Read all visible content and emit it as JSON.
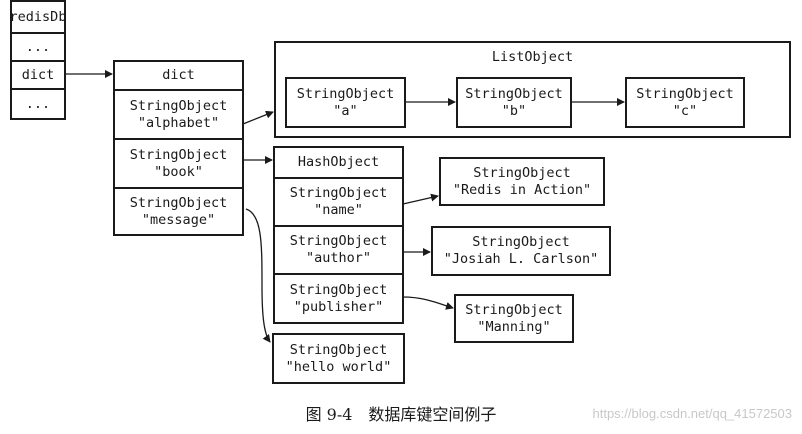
{
  "redisdb": {
    "title": "redisDb",
    "ellipsis_top": "...",
    "dict_field": "dict",
    "ellipsis_bottom": "..."
  },
  "dict": {
    "header": "dict",
    "entries": [
      {
        "type": "StringObject",
        "key": "\"alphabet\""
      },
      {
        "type": "StringObject",
        "key": "\"book\""
      },
      {
        "type": "StringObject",
        "key": "\"message\""
      }
    ]
  },
  "list_object": {
    "title": "ListObject",
    "items": [
      {
        "type": "StringObject",
        "value": "\"a\""
      },
      {
        "type": "StringObject",
        "value": "\"b\""
      },
      {
        "type": "StringObject",
        "value": "\"c\""
      }
    ]
  },
  "hash_object": {
    "header": "HashObject",
    "fields": [
      {
        "type": "StringObject",
        "key": "\"name\"",
        "value_type": "StringObject",
        "value": "\"Redis in Action\""
      },
      {
        "type": "StringObject",
        "key": "\"author\"",
        "value_type": "StringObject",
        "value": "\"Josiah L. Carlson\""
      },
      {
        "type": "StringObject",
        "key": "\"publisher\"",
        "value_type": "StringObject",
        "value": "\"Manning\""
      }
    ]
  },
  "message_value": {
    "type": "StringObject",
    "value": "\"hello world\""
  },
  "caption": "图 9-4　数据库键空间例子",
  "watermark": "https://blog.csdn.net/qq_41572503"
}
